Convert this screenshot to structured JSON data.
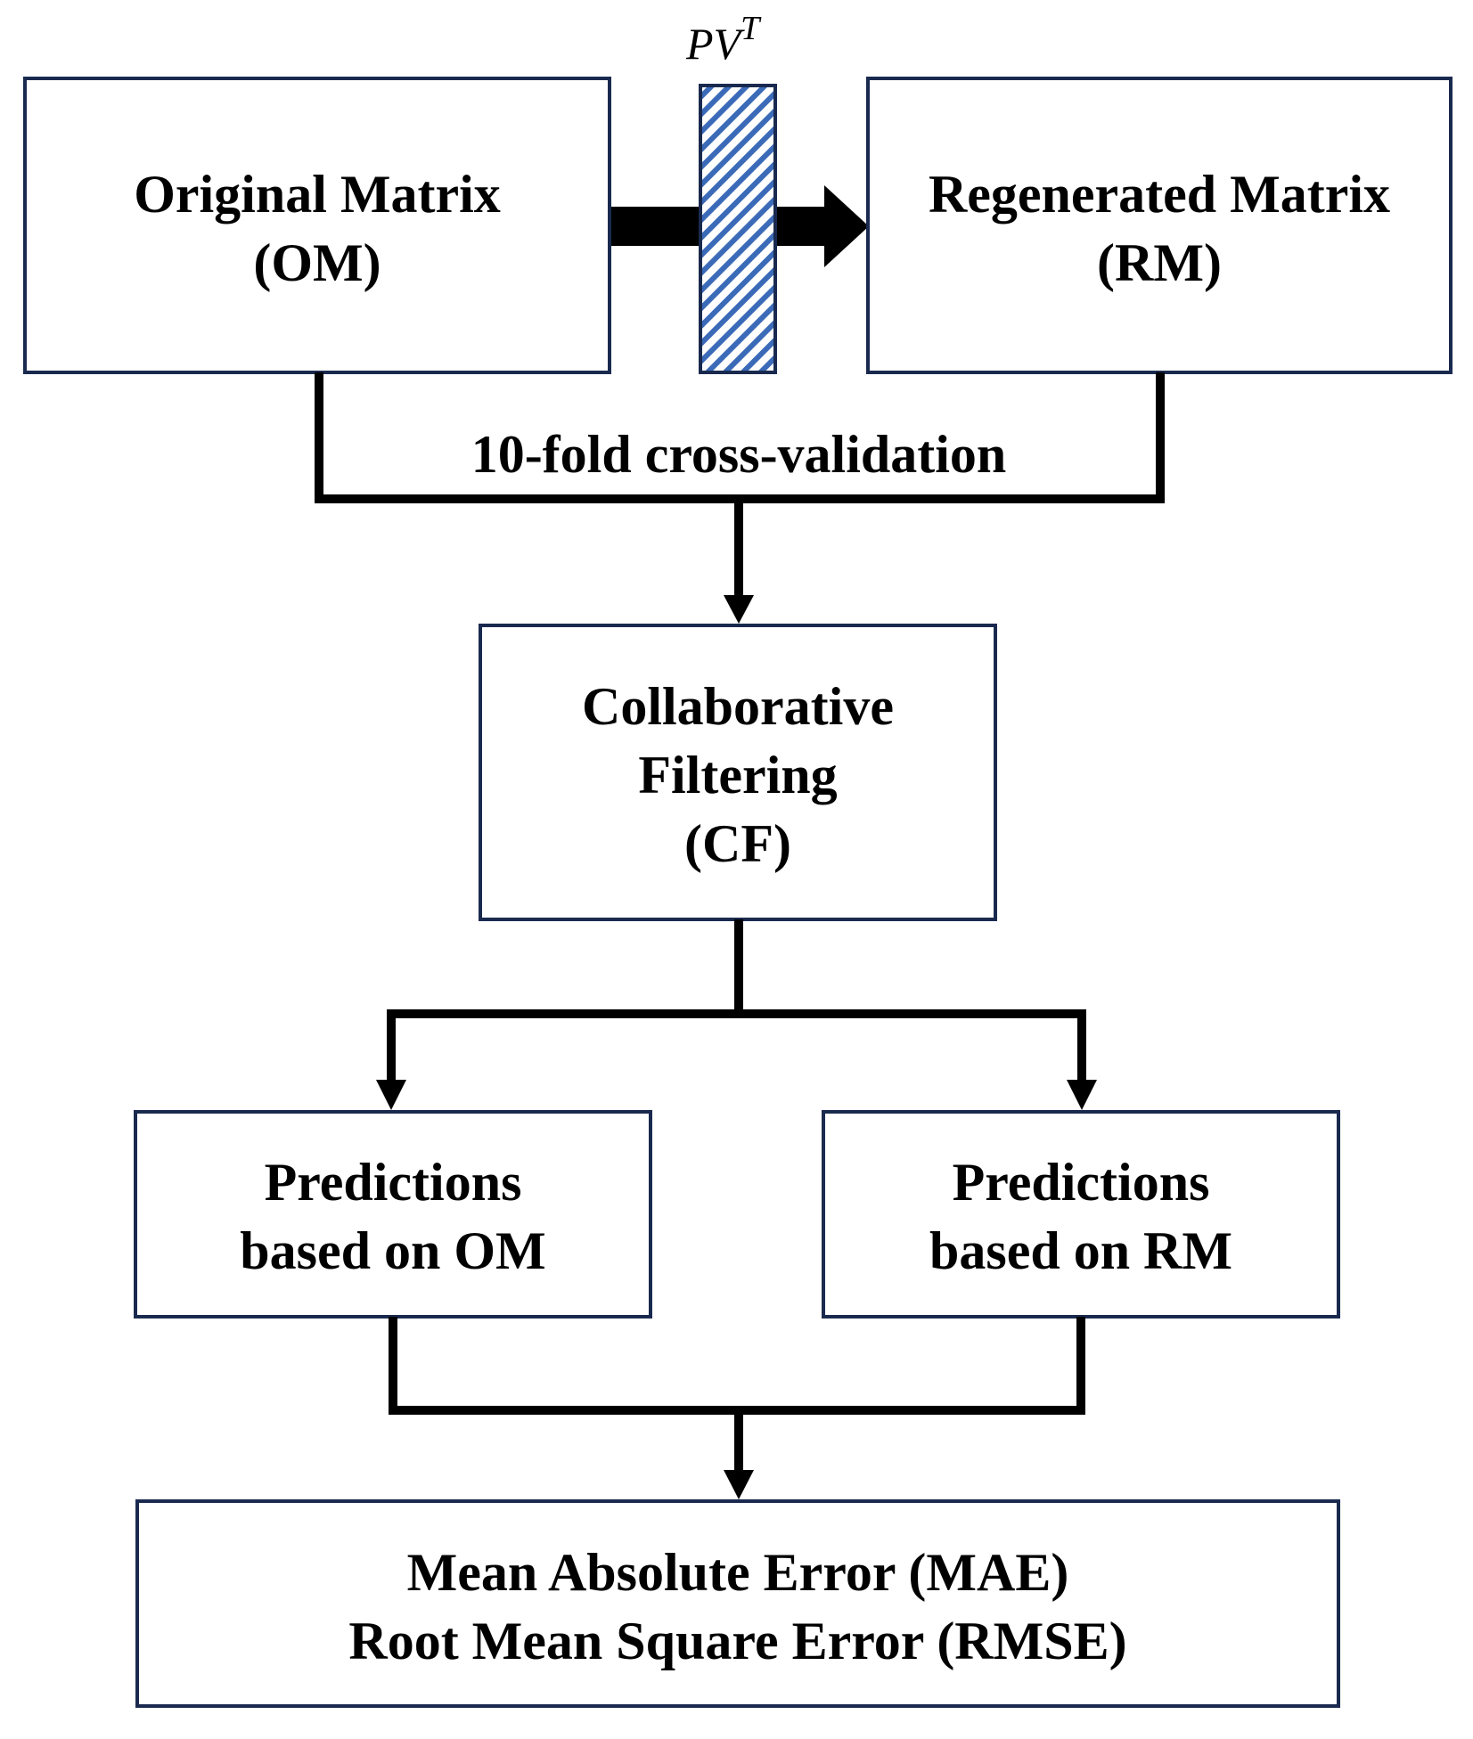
{
  "projection_label": {
    "base": "PV",
    "superscript": "T"
  },
  "nodes": {
    "original_matrix": {
      "line1": "Original Matrix",
      "line2": "(OM)"
    },
    "regenerated_matrix": {
      "line1": "Regenerated Matrix",
      "line2": "(RM)"
    },
    "cross_validation": {
      "label": "10-fold cross-validation"
    },
    "collaborative_filtering": {
      "line1": "Collaborative",
      "line2": "Filtering",
      "line3": "(CF)"
    },
    "predictions_om": {
      "line1": "Predictions",
      "line2": "based on OM"
    },
    "predictions_rm": {
      "line1": "Predictions",
      "line2": "based on RM"
    },
    "error_metrics": {
      "line1": "Mean Absolute Error (MAE)",
      "line2": "Root Mean Square Error (RMSE)"
    }
  },
  "colors": {
    "box_border": "#1a2a4f",
    "connector": "#000000",
    "hatch_stripe": "#3b6bb8",
    "hatch_background": "#ffffff",
    "hatch_border": "#1a2a4f"
  }
}
